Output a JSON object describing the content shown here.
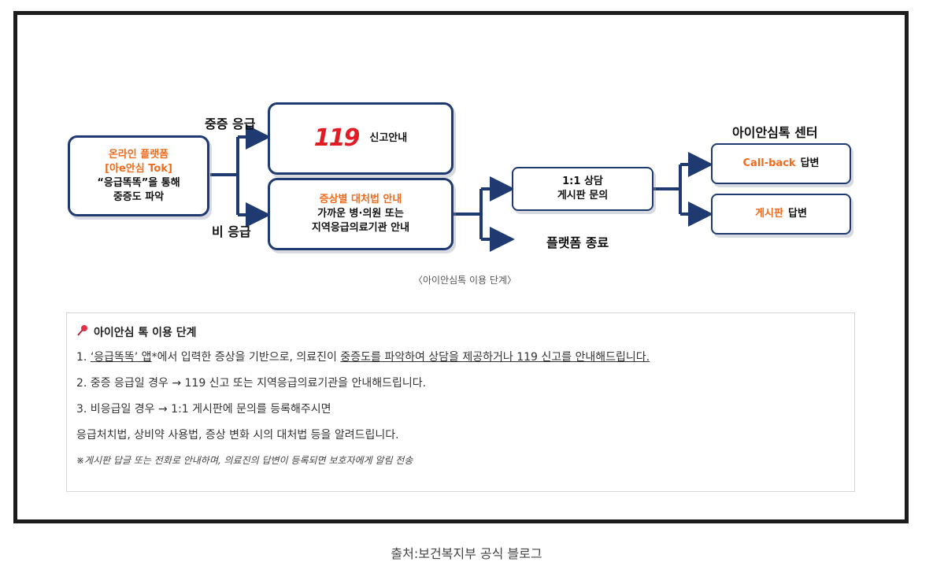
{
  "diagram": {
    "start_box": {
      "line1": "온라인 플랫폼",
      "line2": "[아e안심 Tok]",
      "line3": "“응급똑똑”을 통해",
      "line4": "중증도 파악"
    },
    "label_severe": "중증 응급",
    "label_nonemergency": "비 응급",
    "box_119": {
      "logo": "119",
      "text": "신고안내"
    },
    "box_symptom": {
      "line1": "증상별 대처법 안내",
      "line2": "가까운 병·의원 또는",
      "line3": "지역응급의료기관 안내"
    },
    "box_consult": {
      "line1": "1:1 상담",
      "line2": "게시판 문의"
    },
    "platform_end": "플랫폼 종료",
    "center_title": "아이안심톡 센터",
    "box_callback": {
      "orange": "Call-back",
      "rest": "답변"
    },
    "box_board": {
      "orange": "게시판",
      "rest": "답변"
    },
    "caption": "〈아이안심톡 이용 단계〉"
  },
  "info": {
    "pin_icon": "pushpin-icon",
    "title": "아이안심 톡 이용 단계",
    "l1_a": "1. ",
    "l1_b": "‘응급똑똑’ 앱",
    "l1_c": "*에서 입력한 증상을 기반으로, 의료진이 ",
    "l1_d": "중증도를 파악하여 상담을 제공하거나 119 신고를 안내해드립니다.",
    "l2": "2. 중증 응급일 경우 → 119 신고 또는 지역응급의료기관을 안내해드립니다.",
    "l3": "3. 비응급일 경우 → 1:1 게시판에 문의를 등록해주시면",
    "l4": "응급처치법, 상비약 사용법, 증상 변화 시의 대처법 등을 알려드립니다.",
    "note": "※게시판 답글 또는 전화로 안내하며, 의료진의 답변이 등록되면 보호자에게 알림 전송"
  },
  "source": "출처:보건복지부 공식 블로그",
  "colors": {
    "navy": "#1f3a70",
    "orange": "#ef6c1e",
    "red": "#e01d24"
  }
}
